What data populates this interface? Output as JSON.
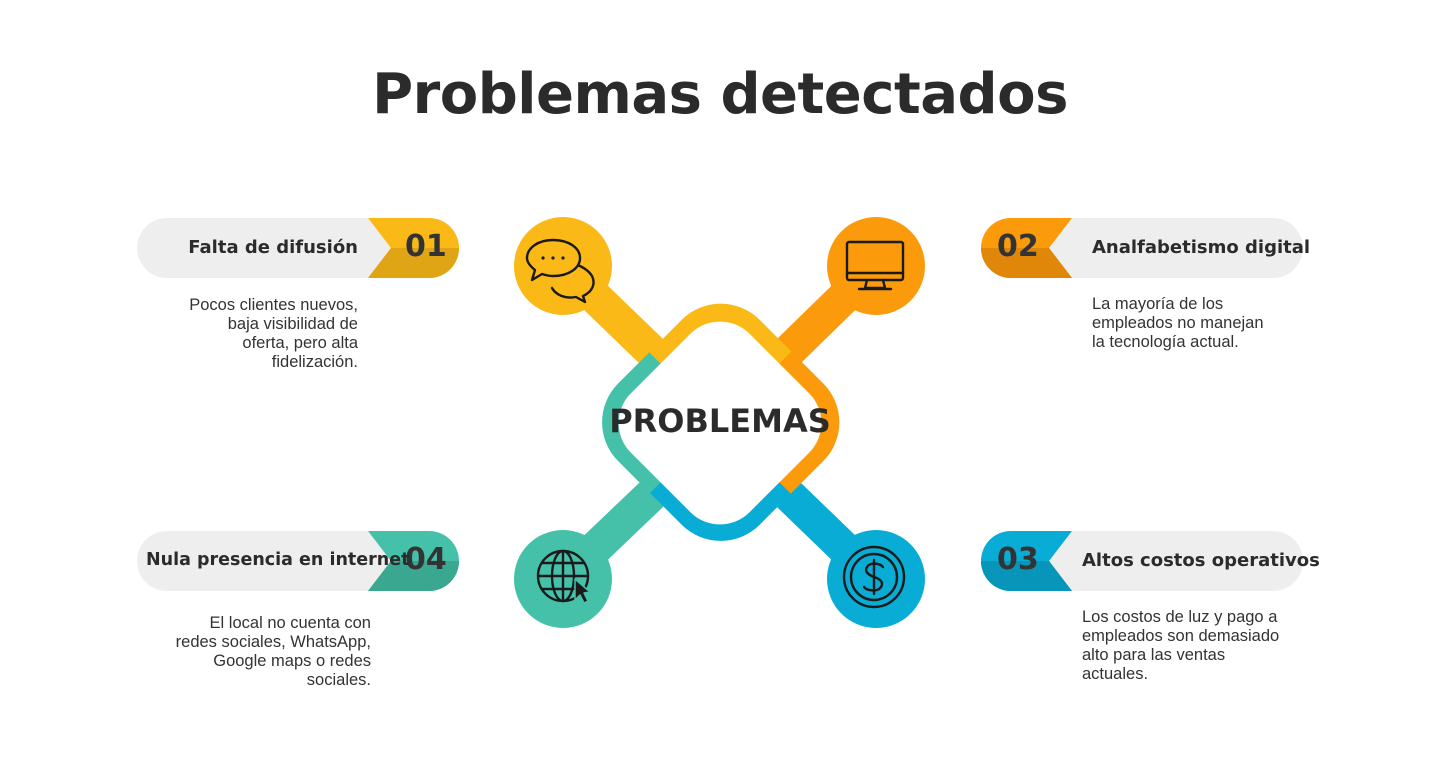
{
  "title": "Problemas detectados",
  "center": "PROBLEMAS",
  "colors": {
    "yellow": "#fbb917",
    "orange": "#fb9a0b",
    "teal": "#46c1a9",
    "blue": "#08acd4",
    "pill_bg": "#eeeeee",
    "text": "#2b2b2b"
  },
  "items": [
    {
      "number": "01",
      "title": "Falta de difusión",
      "icon": "chat-bubbles-icon",
      "color": "#fbb917",
      "desc": [
        "Pocos clientes nuevos,",
        "baja visibilidad de",
        "oferta, pero alta",
        "fidelización."
      ]
    },
    {
      "number": "02",
      "title": "Analfabetismo digital",
      "icon": "monitor-icon",
      "color": "#fb9a0b",
      "desc": [
        "La mayoría de los",
        "empleados no manejan",
        "la tecnología actual."
      ]
    },
    {
      "number": "03",
      "title": "Altos costos operativos",
      "icon": "dollar-coin-icon",
      "color": "#08acd4",
      "desc": [
        "Los costos de luz y  pago a",
        "empleados son demasiado",
        "alto para las ventas",
        "actuales."
      ]
    },
    {
      "number": "04",
      "title": "Nula presencia en internet",
      "icon": "globe-cursor-icon",
      "color": "#46c1a9",
      "desc": [
        "El local no cuenta con",
        "redes sociales, WhatsApp,",
        "Google maps o redes",
        "sociales."
      ]
    }
  ]
}
